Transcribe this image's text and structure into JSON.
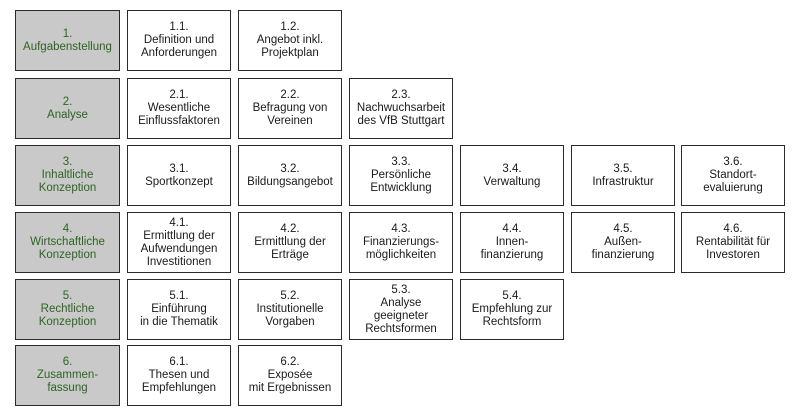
{
  "colors": {
    "header_fill": "#c9c9c9",
    "header_text": "#2f6424",
    "border": "#2b2b2b",
    "cell_text": "#1a1a1a"
  },
  "rows": [
    {
      "header": "1.\nAufgabenstellung",
      "cells": [
        "1.1.\nDefinition und\nAnforderungen",
        "1.2.\nAngebot inkl.\nProjektplan"
      ]
    },
    {
      "header": "2.\nAnalyse",
      "cells": [
        "2.1.\nWesentliche\nEinflussfaktoren",
        "2.2.\nBefragung von\nVereinen",
        "2.3.\nNachwuchsarbeit\ndes VfB Stuttgart"
      ]
    },
    {
      "header": "3.\nInhaltliche\nKonzeption",
      "cells": [
        "3.1.\nSportkonzept",
        "3.2.\nBildungsangebot",
        "3.3.\nPersönliche\nEntwicklung",
        "3.4.\nVerwaltung",
        "3.5.\nInfrastruktur",
        "3.6.\nStandort-\nevaluierung"
      ]
    },
    {
      "header": "4.\nWirtschaftliche\nKonzeption",
      "cells": [
        "4.1.\nErmittlung der\nAufwendungen\nInvestitionen",
        "4.2.\nErmittlung der\nErträge",
        "4.3.\nFinanzierungs-\nmöglichkeiten",
        "4.4.\nInnen-\nfinanzierung",
        "4.5.\nAußen-\nfinanzierung",
        "4.6.\nRentabilität für\nInvestoren"
      ]
    },
    {
      "header": "5.\nRechtliche\nKonzeption",
      "cells": [
        "5.1.\nEinführung\nin die Thematik",
        "5.2.\nInstitutionelle\nVorgaben",
        "5.3.\nAnalyse\ngeeigneter\nRechtsformen",
        "5.4.\nEmpfehlung zur\nRechtsform"
      ]
    },
    {
      "header": "6.\nZusammen-\nfassung",
      "cells": [
        "6.1.\nThesen und\nEmpfehlungen",
        "6.2.\nExposée\nmit Ergebnissen"
      ]
    }
  ]
}
